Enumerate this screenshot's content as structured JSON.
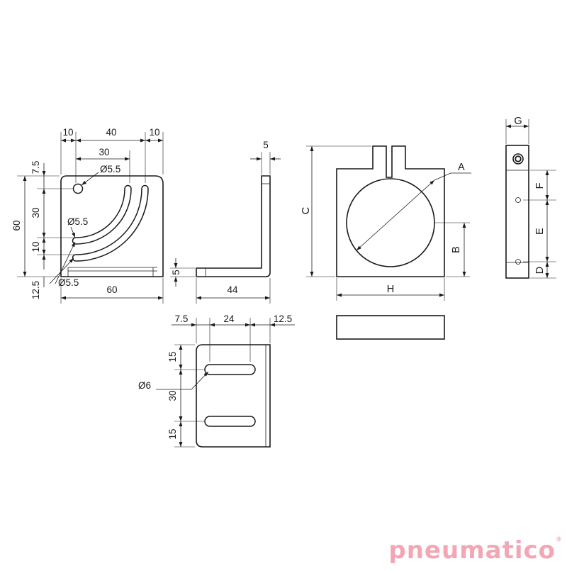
{
  "front_view": {
    "top_dims": [
      "10",
      "40",
      "10"
    ],
    "inner_dim": "30",
    "hole_label": "Ø5.5",
    "left_dims": [
      "7.5",
      "30",
      "10"
    ],
    "overall_height": "60",
    "slot_labels": [
      "Ø5.5",
      "Ø5.5"
    ],
    "bottom_left": "12.5",
    "bottom_width": "60"
  },
  "side_view": {
    "thickness": "5",
    "flange_height": "5",
    "length": "44"
  },
  "bottom_view": {
    "top_dims": [
      "7.5",
      "24",
      "12.5"
    ],
    "left_dims": [
      "15",
      "30",
      "15"
    ],
    "hole_label": "Ø6"
  },
  "clamp_view": {
    "labels": {
      "a": "A",
      "b": "B",
      "c": "C",
      "h": "H"
    }
  },
  "end_view": {
    "labels": {
      "g": "G",
      "f": "F",
      "e": "E",
      "d": "D"
    }
  },
  "brand": {
    "name": "pneumatico",
    "mark": "®"
  }
}
